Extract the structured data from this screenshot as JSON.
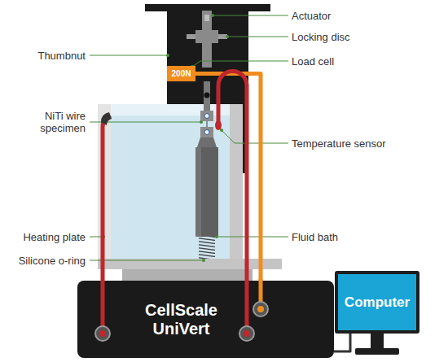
{
  "diagram": {
    "nodes": [
      {
        "text": [
          "200N"
        ]
      },
      {
        "text": [
          "CellScale UniVert"
        ]
      },
      {
        "text": [
          "Computer"
        ]
      }
    ],
    "edges": [
      {
        "from": 0,
        "to": 1,
        "arrow": "none"
      },
      {
        "from": 1,
        "to": 2,
        "arrow": "none"
      }
    ],
    "labels": [
      "Actuator",
      "Locking disc",
      "Thumbnut",
      "Load cell",
      "NiTi wire specimen",
      "Temperature sensor",
      "Heating plate",
      "Fluid bath",
      "Silicone o-ring"
    ]
  }
}
